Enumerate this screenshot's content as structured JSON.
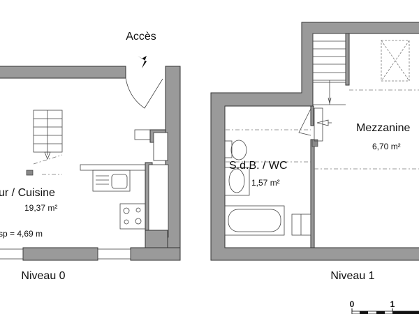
{
  "title": "",
  "level0": {
    "access_label": "Accès",
    "room_name": "ur / Cuisine",
    "room_area": "19,37 m²",
    "room_extra": "sp = 4,69 m",
    "level_label": "Niveau 0"
  },
  "level1": {
    "bathroom_name": "S.d.B. / WC",
    "bathroom_area": "1,57 m²",
    "mezzanine_name": "Mezzanine",
    "mezzanine_area": "6,70 m²",
    "level_label": "Niveau 1"
  },
  "scale": {
    "start": "0",
    "end": "1"
  },
  "colors": {
    "wall": "#9a9a9a",
    "line": "#333333"
  }
}
